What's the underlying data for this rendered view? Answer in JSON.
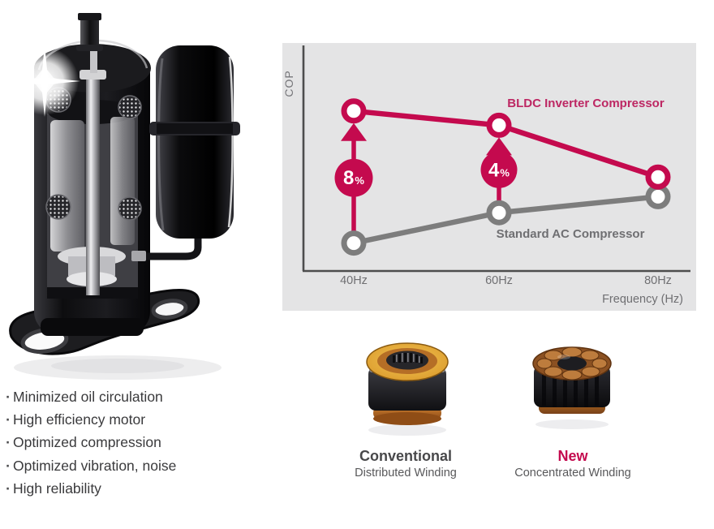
{
  "features": {
    "bullet": "·",
    "items": [
      "Minimized oil circulation",
      "High efficiency motor",
      "Optimized compression",
      "Optimized vibration, noise",
      "High reliability"
    ]
  },
  "chart": {
    "ylabel": "COP",
    "xlabel": "Frequency (Hz)",
    "series_labels": {
      "bldc": "BLDC Inverter Compressor",
      "standard": "Standard AC Compressor"
    },
    "badges": [
      {
        "value": "8",
        "suffix": "%"
      },
      {
        "value": "4",
        "suffix": "%"
      }
    ],
    "colors": {
      "magenta": "#c40a4e",
      "grayline": "#7d7d7d",
      "panel": "#e4e4e5",
      "axis": "#4d4d4d"
    }
  },
  "chart_data": {
    "type": "line",
    "categories": [
      "40Hz",
      "60Hz",
      "80Hz"
    ],
    "series": [
      {
        "name": "BLDC Inverter Compressor",
        "values": [
          81,
          73,
          44
        ],
        "color": "#c40a4e"
      },
      {
        "name": "Standard AC Compressor",
        "values": [
          7,
          24,
          33
        ],
        "color": "#7d7d7d"
      }
    ],
    "annotations": [
      {
        "x": "40Hz",
        "label": "8%"
      },
      {
        "x": "60Hz",
        "label": "4%"
      }
    ],
    "title": "",
    "xlabel": "Frequency (Hz)",
    "ylabel": "COP",
    "ylim": [
      0,
      100
    ],
    "grid": false,
    "legend_position": "inline-right-of-lines",
    "note": "COP axis is unlabeled; values are relative units read from point heights"
  },
  "windings": {
    "conventional": {
      "title": "Conventional",
      "subtitle": "Distributed Winding"
    },
    "new": {
      "title": "New",
      "subtitle": "Concentrated Winding"
    }
  }
}
